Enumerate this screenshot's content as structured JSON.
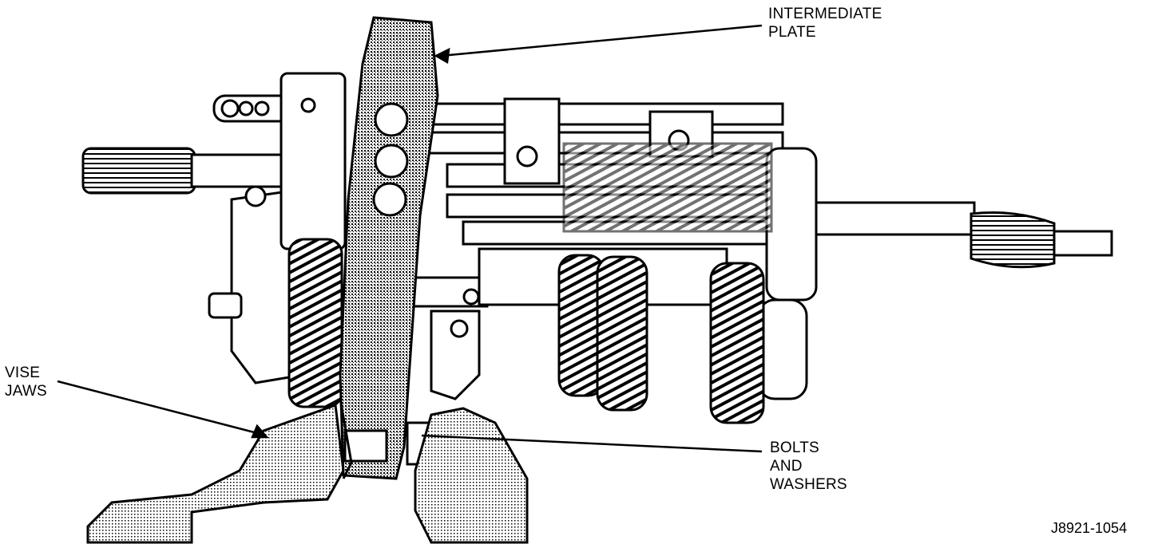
{
  "labels": {
    "intermediate_plate": [
      "INTERMEDIATE",
      "PLATE"
    ],
    "bolts_and_washers": [
      "BOLTS",
      "AND",
      "WASHERS"
    ],
    "vise_jaws": [
      "VISE",
      "JAWS"
    ]
  },
  "figure_code": "J8921-1054",
  "colors": {
    "ink": "#000000",
    "paper": "#ffffff",
    "shade": "#9a9a9a"
  }
}
